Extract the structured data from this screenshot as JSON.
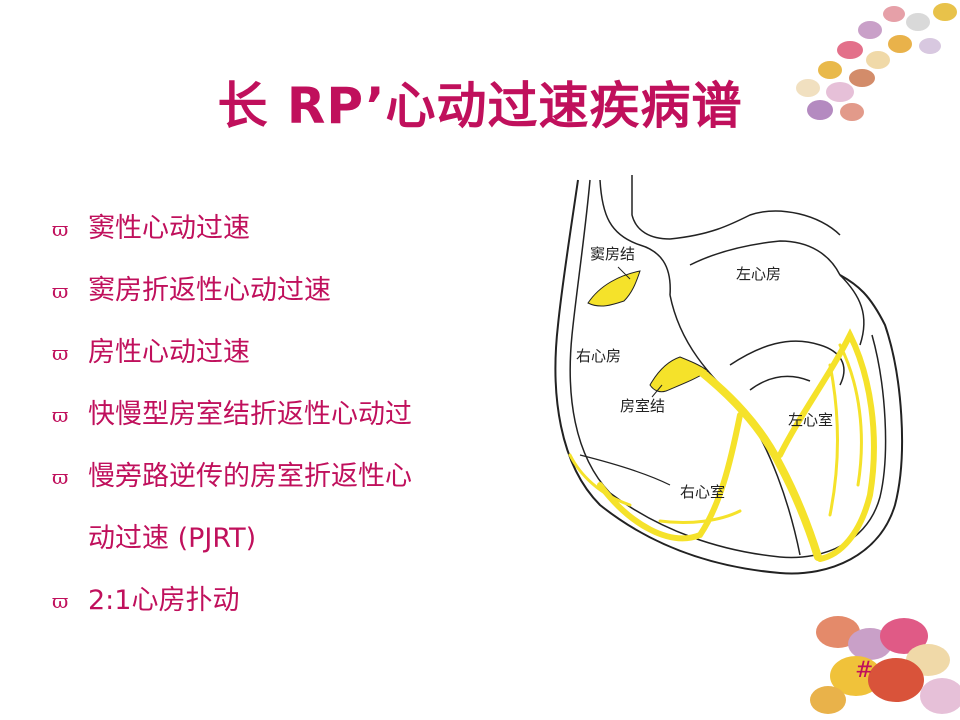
{
  "slide": {
    "title": "长 RP’心动过速疾病谱",
    "bullet_marker": "ϖ",
    "bullets": [
      "窦性心动过速",
      "窦房折返性心动过速",
      "房性心动过速",
      "快慢型房室结折返性心动过",
      "慢旁路逆传的房室折返性心",
      "动过速 (PJRT)",
      "2:1心房扑动"
    ],
    "page_number": "#"
  },
  "diagram": {
    "labels": {
      "sa_node": "窦房结",
      "left_atrium": "左心房",
      "right_atrium": "右心房",
      "av_node": "房室结",
      "left_ventricle": "左心室",
      "right_ventricle": "右心室"
    },
    "colors": {
      "conduction": "#f5e22a",
      "outline": "#222222",
      "text": "#c0105c"
    }
  }
}
